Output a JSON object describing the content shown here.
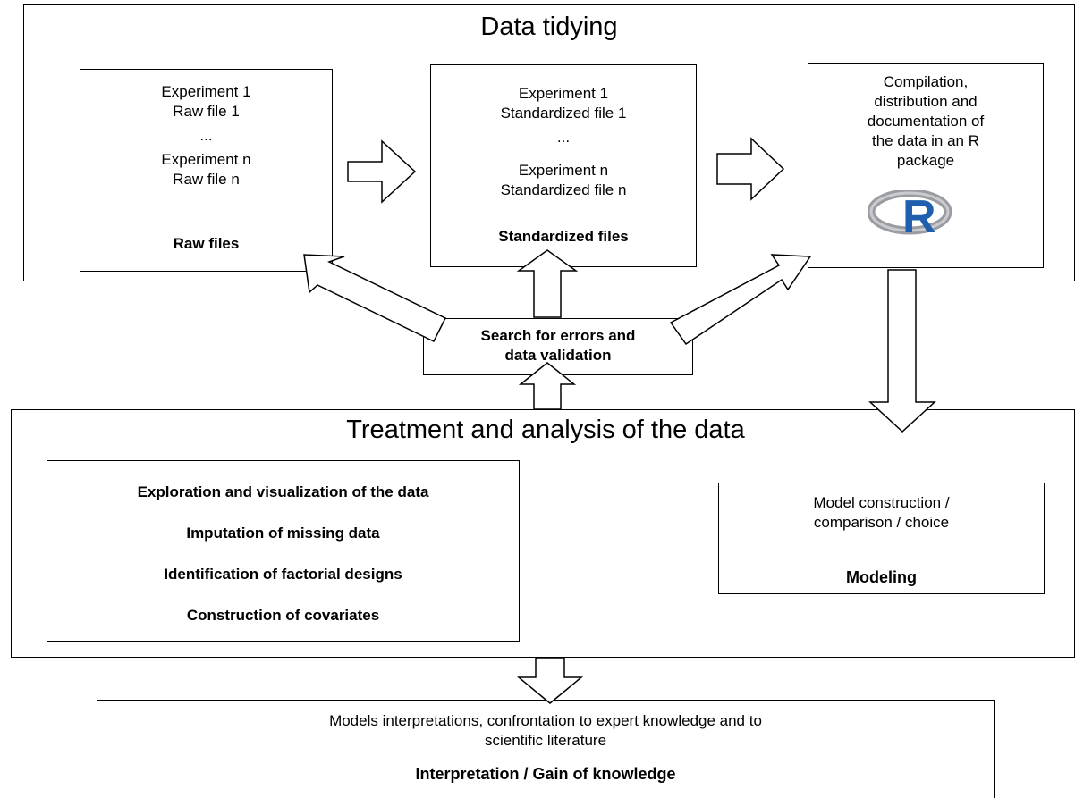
{
  "data_tidying": {
    "title": "Data tidying",
    "raw": {
      "line1": "Experiment 1",
      "line2": "Raw file 1",
      "ellipsis": "...",
      "line3": "Experiment n",
      "line4": "Raw file n",
      "label": "Raw files"
    },
    "standardized": {
      "line1": "Experiment 1",
      "line2": "Standardized file 1",
      "ellipsis": "...",
      "line3": "Experiment n",
      "line4": "Standardized file n",
      "label": "Standardized files"
    },
    "compilation": {
      "lines": [
        "Compilation,",
        "distribution and",
        "documentation of",
        "the data in an R",
        "package"
      ],
      "logo_letter": "R"
    }
  },
  "validation": {
    "line1": "Search for errors and",
    "line2": "data validation"
  },
  "treatment": {
    "title": "Treatment and analysis of the data",
    "tasks": [
      "Exploration and visualization of the data",
      "Imputation of missing data",
      "Identification of factorial designs",
      "Construction of covariates"
    ],
    "modeling": {
      "line1": "Model construction /",
      "line2": "comparison / choice",
      "label": "Modeling"
    }
  },
  "interpretation": {
    "line1": "Models interpretations, confrontation to expert knowledge and to",
    "line2": "scientific literature",
    "label": "Interpretation / Gain of knowledge"
  },
  "colors": {
    "r_blue": "#1f5fae",
    "r_ring": "#9a9ca1"
  }
}
